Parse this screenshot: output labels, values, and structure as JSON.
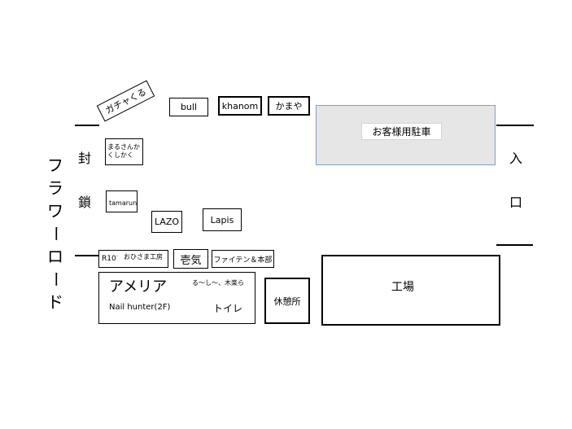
{
  "road": {
    "chars": [
      "フ",
      "ラ",
      "ワ",
      "ー",
      "ロ",
      "ー",
      "ド"
    ]
  },
  "closed": {
    "top": "封",
    "bottom": "鎖"
  },
  "entrance": {
    "top": "入",
    "bottom": "口"
  },
  "parking": {
    "label": "お客様用駐車",
    "fill": "#e6e6e6",
    "border": "#7f9fc8"
  },
  "shops": {
    "gacha": "ガチャくる",
    "bull": "bull",
    "khanom": "khanom",
    "kamaya": "かまや",
    "maru_line1": "まるさんか",
    "maru_line2": "くしかく",
    "tamarun": "tamarun",
    "lazo": "LAZO",
    "lapis": "Lapis",
    "r10": "R10",
    "ohisama": "おひさま工房",
    "ikki": "壱気",
    "phiten": "ファイテン＆本部",
    "america": "アメリア",
    "rushi": "る〜し〜、木楽ら",
    "nail": "Nail hunter(2F)",
    "toilet": "トイレ",
    "rest": "休憩所",
    "factory": "工場"
  }
}
